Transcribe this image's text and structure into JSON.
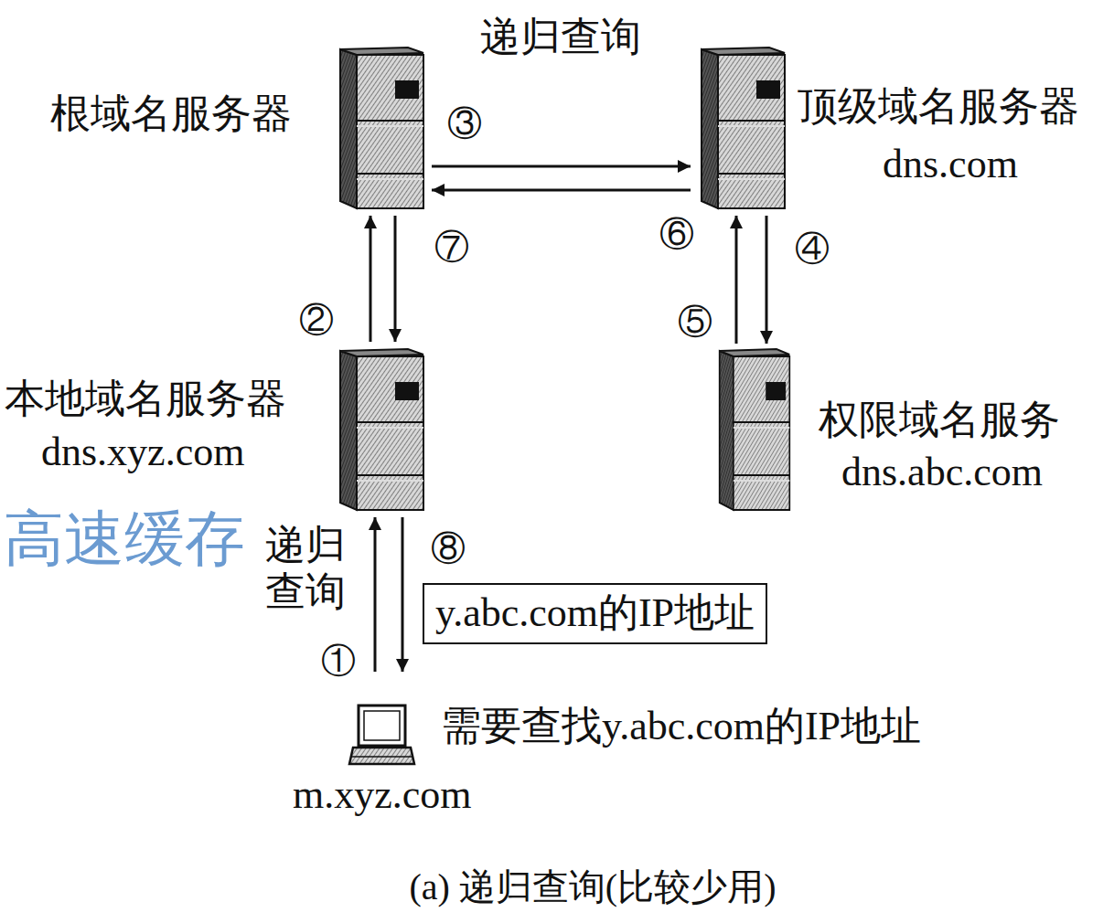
{
  "diagram": {
    "caption": "(a) 递归查询(比较少用)",
    "nodes": [
      {
        "text": [
          "根域名服务器"
        ]
      },
      {
        "text": [
          "顶级域名服务器",
          "dns.com"
        ]
      },
      {
        "text": [
          "本地域名服务器",
          "dns.xyz.com"
        ]
      },
      {
        "text": [
          "权限域名服务",
          "dns.abc.com"
        ]
      },
      {
        "text": [
          "m.xyz.com"
        ]
      },
      {
        "text": [
          "y.abc.com的IP地址"
        ]
      }
    ],
    "edges": [
      {
        "from": 4,
        "to": 2,
        "label": "①",
        "arrow": "to"
      },
      {
        "from": 2,
        "to": 0,
        "label": "②",
        "arrow": "to"
      },
      {
        "from": 0,
        "to": 1,
        "label": "③",
        "arrow": "to"
      },
      {
        "from": 1,
        "to": 3,
        "label": "④",
        "arrow": "to"
      },
      {
        "from": 3,
        "to": 1,
        "label": "⑤",
        "arrow": "to"
      },
      {
        "from": 1,
        "to": 0,
        "label": "⑥",
        "arrow": "to"
      },
      {
        "from": 0,
        "to": 2,
        "label": "⑦",
        "arrow": "to"
      },
      {
        "from": 2,
        "to": 4,
        "label": "⑧",
        "arrow": "to"
      }
    ],
    "labels": [
      "递归查询",
      "高速缓存",
      "递归 查询",
      "需要查找y.abc.com的IP地址"
    ]
  }
}
